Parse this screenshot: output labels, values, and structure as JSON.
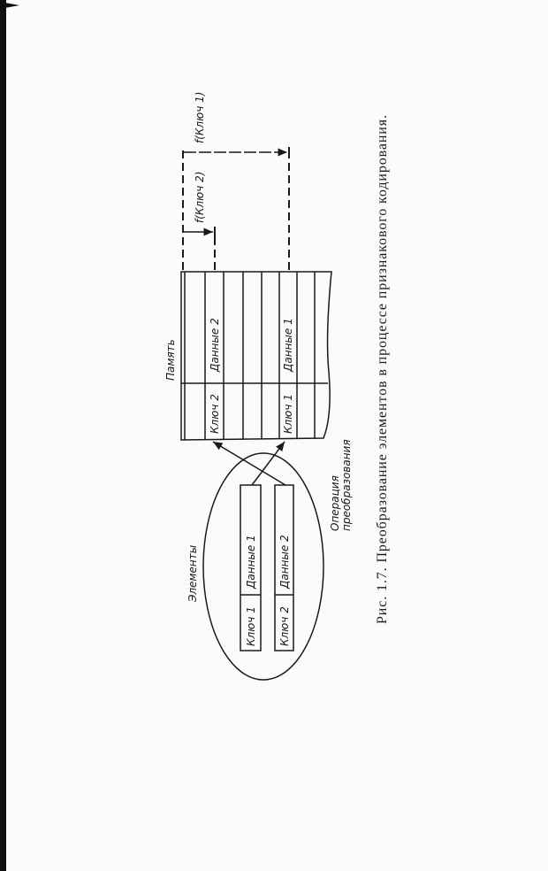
{
  "figure": {
    "caption": "Рис. 1.7. Преобразование элементов в процессе признакового кодирования.",
    "memory_label": "Память",
    "elements_label": "Элементы",
    "operation_label_line1": "Операция",
    "operation_label_line2": "преобразования",
    "memory_cells": {
      "key2": "Ключ 2",
      "data2": "Данные 2",
      "key1": "Ключ 1",
      "data1": "Данные 1"
    },
    "elements": [
      {
        "key": "Ключ 1",
        "data": "Данные 1"
      },
      {
        "key": "Ключ 2",
        "data": "Данные 2"
      }
    ],
    "offset_labels": {
      "f_key2": "f(Ключ 2)",
      "f_key1": "f(Ключ 1)"
    }
  }
}
